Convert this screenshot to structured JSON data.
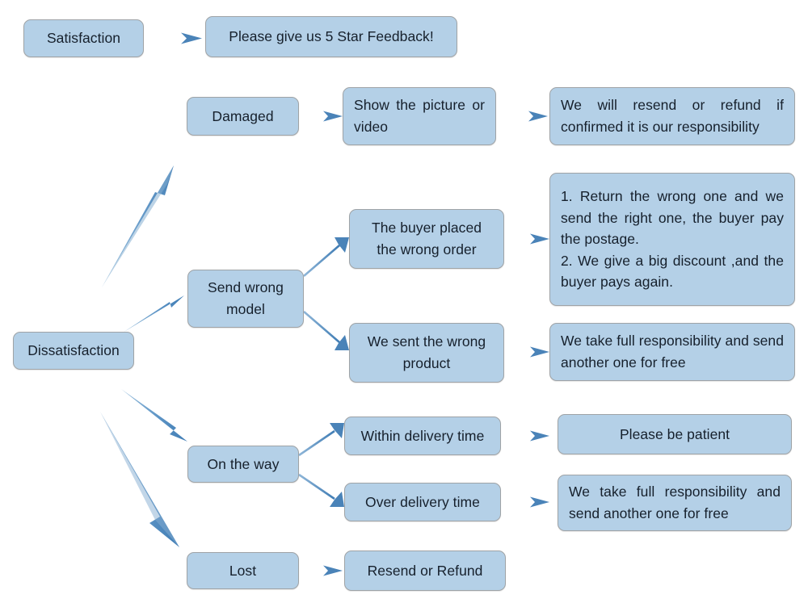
{
  "diagram": {
    "title": "After-sale feedback handling flowchart",
    "colors": {
      "node_fill": "#b4d0e7",
      "node_border": "#9fa3a6",
      "arrow": "#4a83b8",
      "arrow_light": "#7aa9d2",
      "text": "#16202c",
      "background": "#ffffff"
    }
  },
  "nodes": {
    "satisfaction": "Satisfaction",
    "five_star": "Please give us 5 Star Feedback!",
    "dissatisfaction": "Dissatisfaction",
    "damaged": "Damaged",
    "show_picture": "Show the picture or video",
    "resend_refund_confirm": "We will resend or refund if confirmed it is our responsibility",
    "send_wrong_model": "Send wrong model",
    "buyer_wrong_order": "The buyer placed the wrong order",
    "wrong_order_options_1": "1. Return the wrong one and we send the right one, the buyer pay the postage.",
    "wrong_order_options_2": "2. We give a big discount ,and the buyer pays again.",
    "we_sent_wrong": "We sent the wrong product",
    "full_responsibility_a": "We take full responsibility and send another one for free",
    "on_the_way": "On the way",
    "within_delivery": "Within delivery time",
    "be_patient": "Please be patient",
    "over_delivery": "Over delivery time",
    "full_responsibility_b": "We take full responsibility and send another one for free",
    "lost": "Lost",
    "resend_or_refund": "Resend or Refund"
  },
  "edges": [
    {
      "from": "satisfaction",
      "to": "five_star"
    },
    {
      "from": "dissatisfaction",
      "to": "damaged"
    },
    {
      "from": "damaged",
      "to": "show_picture"
    },
    {
      "from": "show_picture",
      "to": "resend_refund_confirm"
    },
    {
      "from": "dissatisfaction",
      "to": "send_wrong_model"
    },
    {
      "from": "send_wrong_model",
      "to": "buyer_wrong_order"
    },
    {
      "from": "buyer_wrong_order",
      "to": "wrong_order_options"
    },
    {
      "from": "send_wrong_model",
      "to": "we_sent_wrong"
    },
    {
      "from": "we_sent_wrong",
      "to": "full_responsibility_a"
    },
    {
      "from": "dissatisfaction",
      "to": "on_the_way"
    },
    {
      "from": "on_the_way",
      "to": "within_delivery"
    },
    {
      "from": "within_delivery",
      "to": "be_patient"
    },
    {
      "from": "on_the_way",
      "to": "over_delivery"
    },
    {
      "from": "over_delivery",
      "to": "full_responsibility_b"
    },
    {
      "from": "dissatisfaction",
      "to": "lost"
    },
    {
      "from": "lost",
      "to": "resend_or_refund"
    }
  ]
}
